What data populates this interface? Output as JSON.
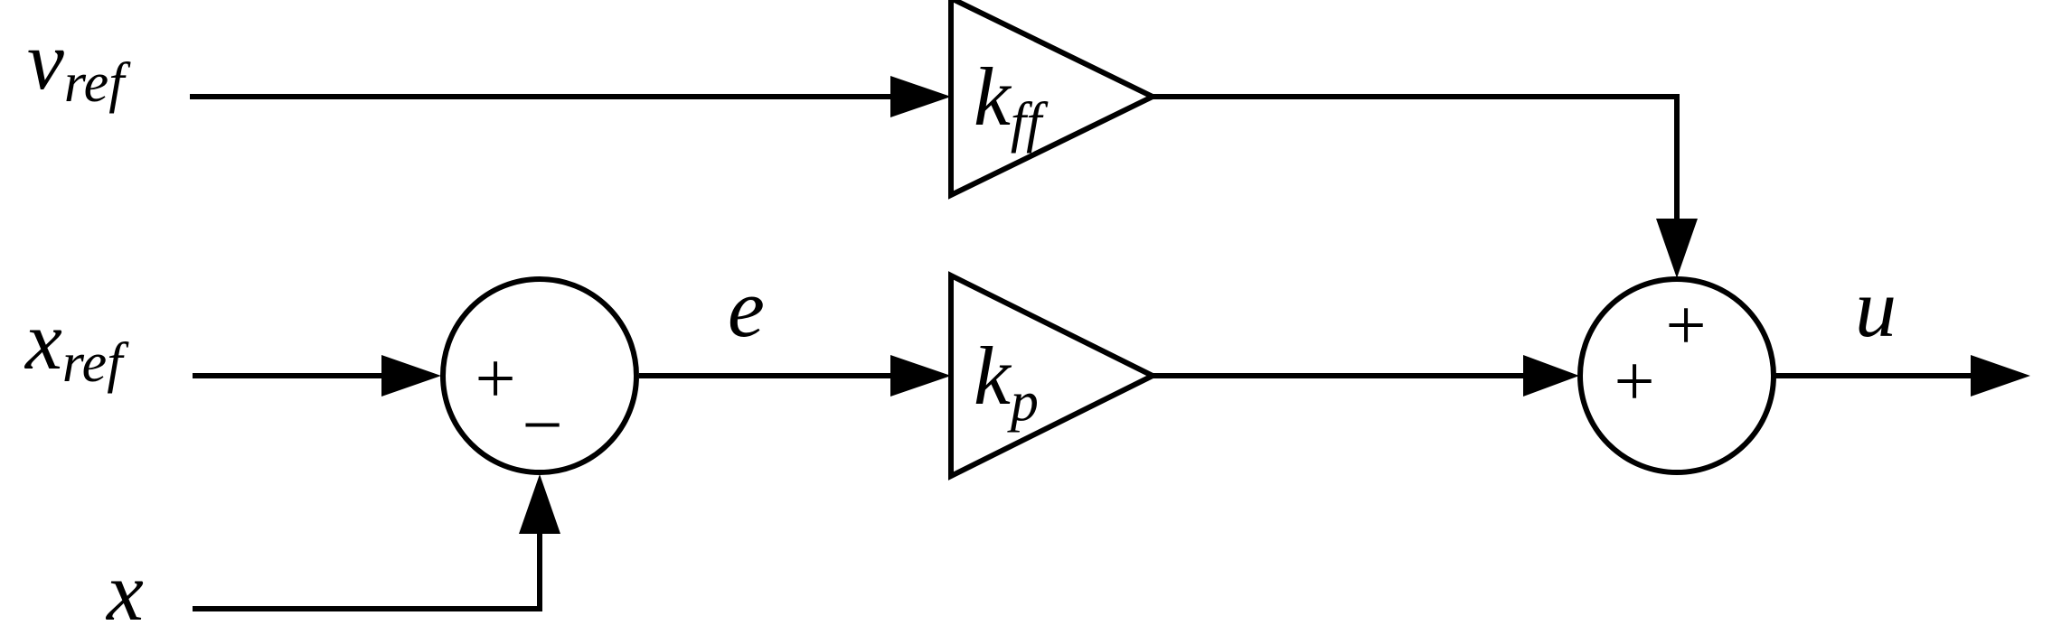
{
  "diagram": {
    "signals": {
      "v_ref": {
        "base": "v",
        "sub": "ref"
      },
      "x_ref": {
        "base": "x",
        "sub": "ref"
      },
      "x": {
        "base": "x"
      },
      "e": {
        "base": "e"
      },
      "u": {
        "base": "u"
      }
    },
    "gains": {
      "feedforward": {
        "base": "k",
        "sub": "ff"
      },
      "proportional": {
        "base": "k",
        "sub": "p"
      }
    },
    "error_junction": {
      "plus": "+",
      "minus": "−"
    },
    "output_junction": {
      "plus_top": "+",
      "plus_left": "+"
    }
  }
}
